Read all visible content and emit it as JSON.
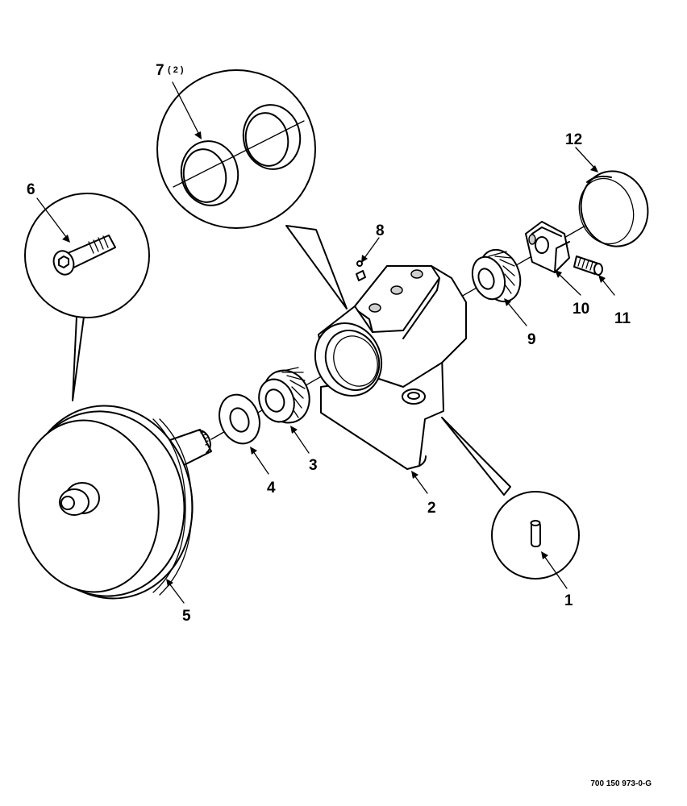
{
  "callouts": {
    "c1": "1",
    "c2": "2",
    "c3": "3",
    "c4": "4",
    "c5": "5",
    "c6": "6",
    "c7": "7",
    "c7_qty": "( 2 )",
    "c8": "8",
    "c9": "9",
    "c10": "10",
    "c11": "11",
    "c12": "12"
  },
  "drawing_id": "700 150 973-0-G"
}
